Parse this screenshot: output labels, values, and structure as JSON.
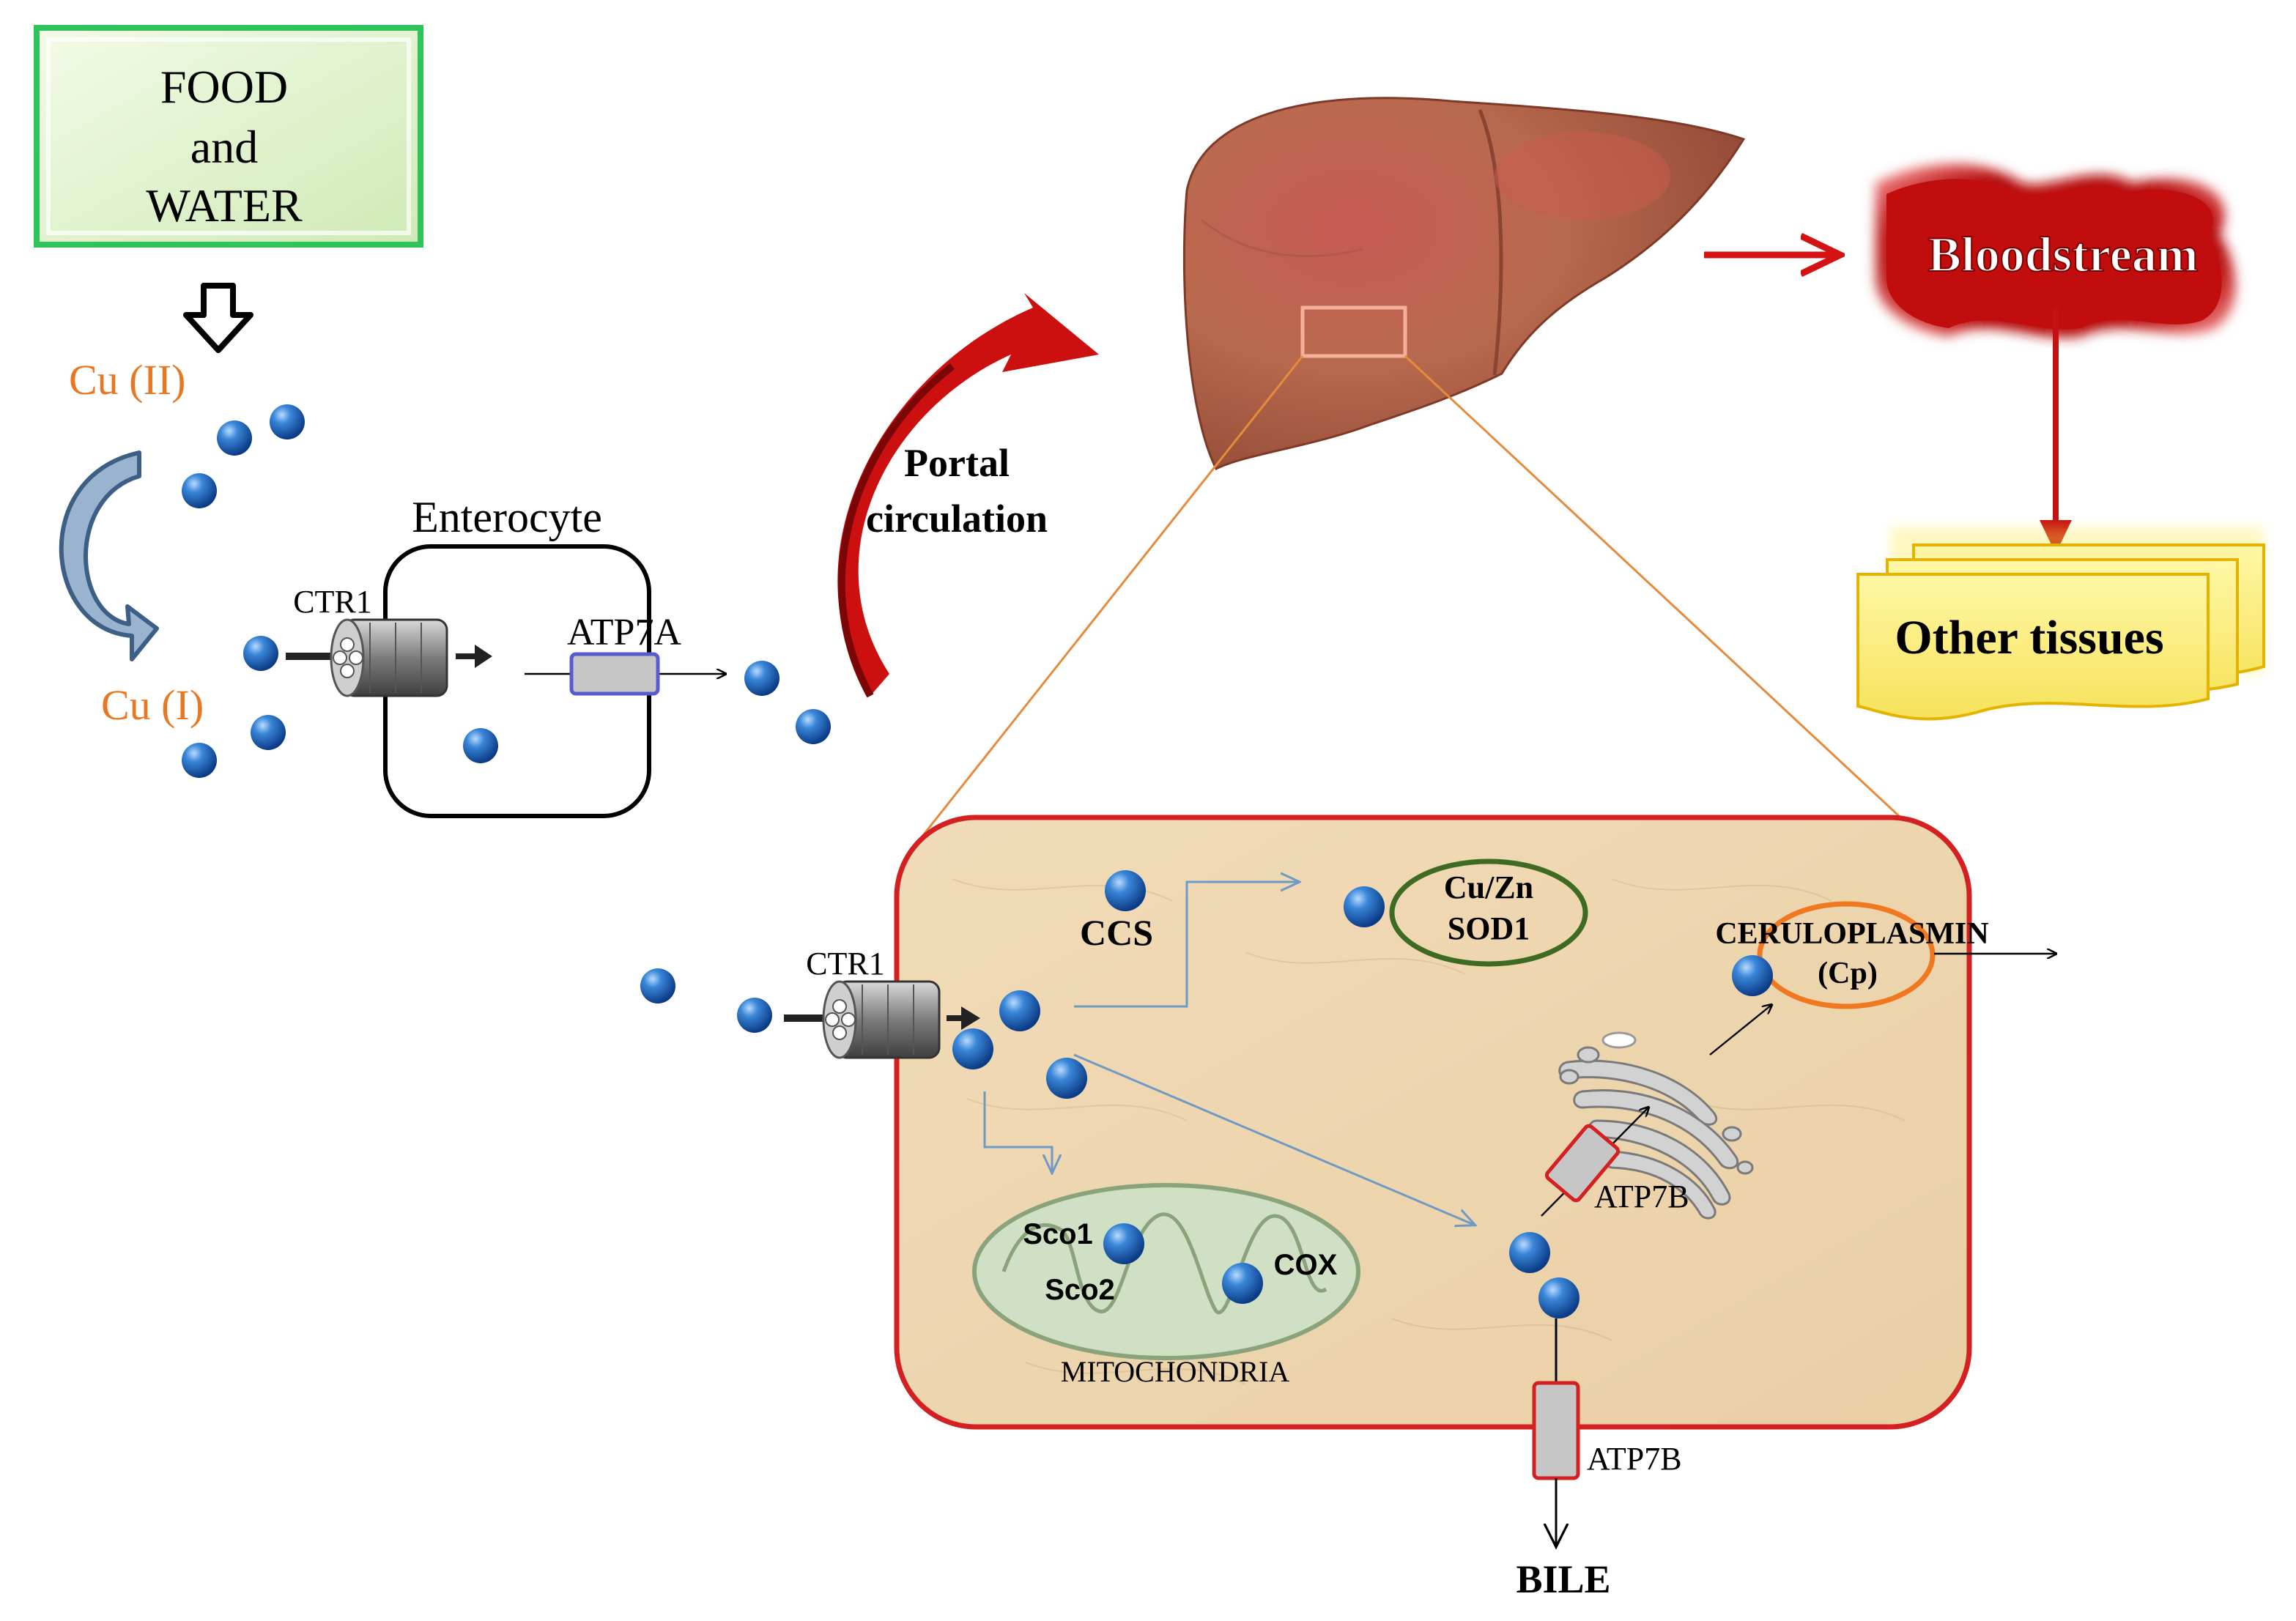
{
  "food_box": {
    "line1": "FOOD",
    "line2": "and",
    "line3": "WATER"
  },
  "copper": {
    "cu2_label": "Cu (II)",
    "cu1_label": "Cu (I)"
  },
  "enterocyte": {
    "title": "Enterocyte",
    "ctr1_label": "CTR1",
    "atp7a_label": "ATP7A"
  },
  "portal": {
    "line1": "Portal",
    "line2": "circulation"
  },
  "bloodstream": {
    "label": "Bloodstream"
  },
  "other_tissues": {
    "label": "Other tissues"
  },
  "hepatocyte": {
    "ctr1_label": "CTR1",
    "ccs_label": "CCS",
    "sod1_line1": "Cu/Zn",
    "sod1_line2": "SOD1",
    "ceruloplasmin_line1": "CERULOPLASMIN",
    "ceruloplasmin_line2": "(Cp)",
    "atp7b_golgi_label": "ATP7B",
    "atp7b_membrane_label": "ATP7B",
    "sco1_label": "Sco1",
    "sco2_label": "Sco2",
    "cox_label": "COX",
    "mito_label": "MITOCHONDRIA",
    "bile_label": "BILE"
  },
  "colors": {
    "copper_ion": "#1560bd",
    "copper_label": "#e87722",
    "cell_border": "#d42020",
    "liver": "#b5614a",
    "arrow_red": "#d41414",
    "food_border": "#2ec45a",
    "sod_ring": "#3e6b22",
    "cp_ring": "#f07820"
  }
}
